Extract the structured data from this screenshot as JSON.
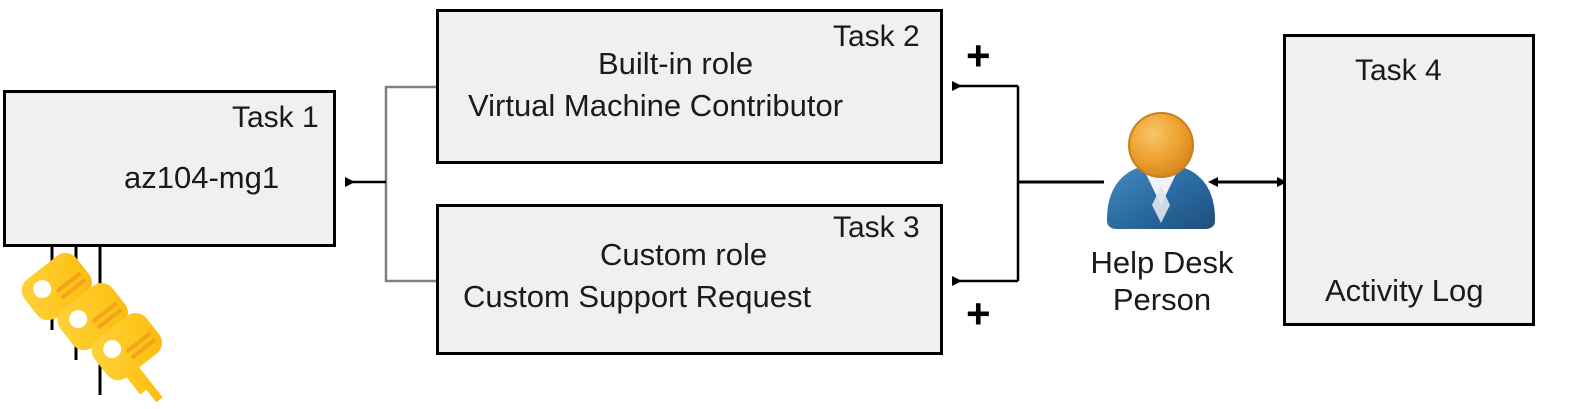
{
  "diagram": {
    "title": "Azure RBAC task diagram",
    "background": "#ffffff",
    "box_fill": "#f0f0f0",
    "box_stroke": "#000000",
    "text_color": "#1a1a1a"
  },
  "task1": {
    "corner_label": "Task 1",
    "name": "az104-mg1",
    "icon": "management-group-icon",
    "icon_colors": {
      "bracket": "#a6a6a6",
      "root_node": "#9b6fd0",
      "mid_node": "#3399e6",
      "leaf_node": "#3dc0b0"
    }
  },
  "task2": {
    "corner_label": "Task 2",
    "line1": "Built-in role",
    "line2": "Virtual Machine Contributor"
  },
  "task3": {
    "corner_label": "Task 3",
    "line1": "Custom role",
    "line2": "Custom Support Request"
  },
  "task4": {
    "corner_label": "Task 4",
    "caption": "Activity Log",
    "icon": "document-log-icon"
  },
  "person": {
    "label_line1": "Help Desk",
    "label_line2": "Person",
    "icon": "user-person-icon",
    "head_color": "#efa231",
    "body_color": "#2b6ca3"
  },
  "keys": {
    "icon": "key-icon",
    "count": 3,
    "color_light": "#ffd23f",
    "color_dark": "#f5a31a"
  },
  "connectors": {
    "plus_top": "+",
    "plus_bottom": "+"
  }
}
